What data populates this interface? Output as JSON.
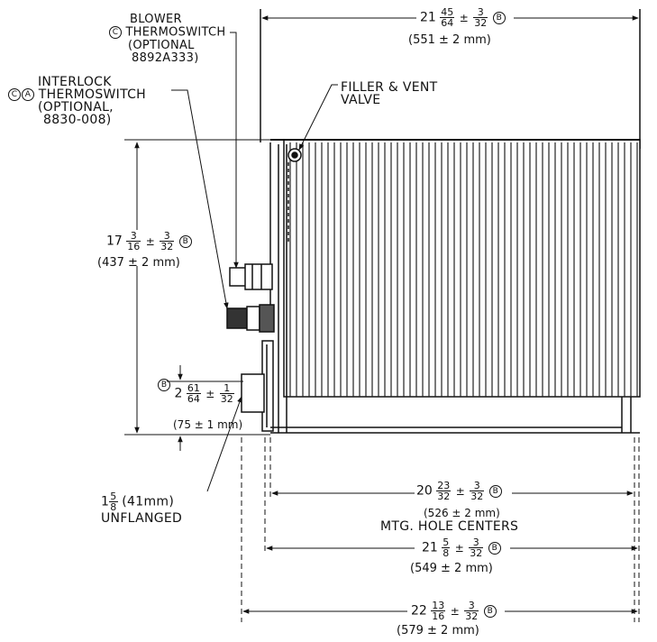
{
  "labels": {
    "blower_title": "BLOWER",
    "blower_name": "THERMOSWITCH",
    "blower_opt": "(OPTIONAL",
    "blower_part": "8892A333)",
    "blower_mark": "C",
    "interlock_title": "INTERLOCK",
    "interlock_name": "THERMOSWITCH",
    "interlock_opt": "(OPTIONAL,",
    "interlock_part": "8830-008)",
    "interlock_mark_c": "C",
    "interlock_mark_a": "A",
    "filler_line1": "FILLER & VENT",
    "filler_line2": "VALVE",
    "unflanged_whole": "1",
    "unflanged_num": "5",
    "unflanged_den": "8",
    "unflanged_metric": "(41mm)",
    "unflanged_text": "UNFLANGED",
    "mtg_text": "MTG. HOLE CENTERS"
  },
  "dims": {
    "top": {
      "whole": "21",
      "num": "45",
      "den": "64",
      "pm": "±",
      "tol_num": "3",
      "tol_den": "32",
      "mark": "B",
      "metric": "(551 ± 2 mm)"
    },
    "height": {
      "whole": "17",
      "num": "3",
      "den": "16",
      "pm": "±",
      "tol_num": "3",
      "tol_den": "32",
      "mark": "B",
      "metric": "(437 ± 2 mm)"
    },
    "small": {
      "mark": "B",
      "whole": "2",
      "num": "61",
      "den": "64",
      "pm": "±",
      "tol_num": "1",
      "tol_den": "32",
      "metric": "(75 ± 1 mm)"
    },
    "mtg": {
      "whole": "20",
      "num": "23",
      "den": "32",
      "pm": "±",
      "tol_num": "3",
      "tol_den": "32",
      "mark": "B",
      "metric": "(526 ± 2 mm)"
    },
    "overall1": {
      "whole": "21",
      "num": "5",
      "den": "8",
      "pm": "±",
      "tol_num": "3",
      "tol_den": "32",
      "mark": "B",
      "metric": "(549 ± 2 mm)"
    },
    "overall2": {
      "whole": "22",
      "num": "13",
      "den": "16",
      "pm": "±",
      "tol_num": "3",
      "tol_den": "32",
      "mark": "B",
      "metric": "(579 ± 2 mm)"
    }
  }
}
